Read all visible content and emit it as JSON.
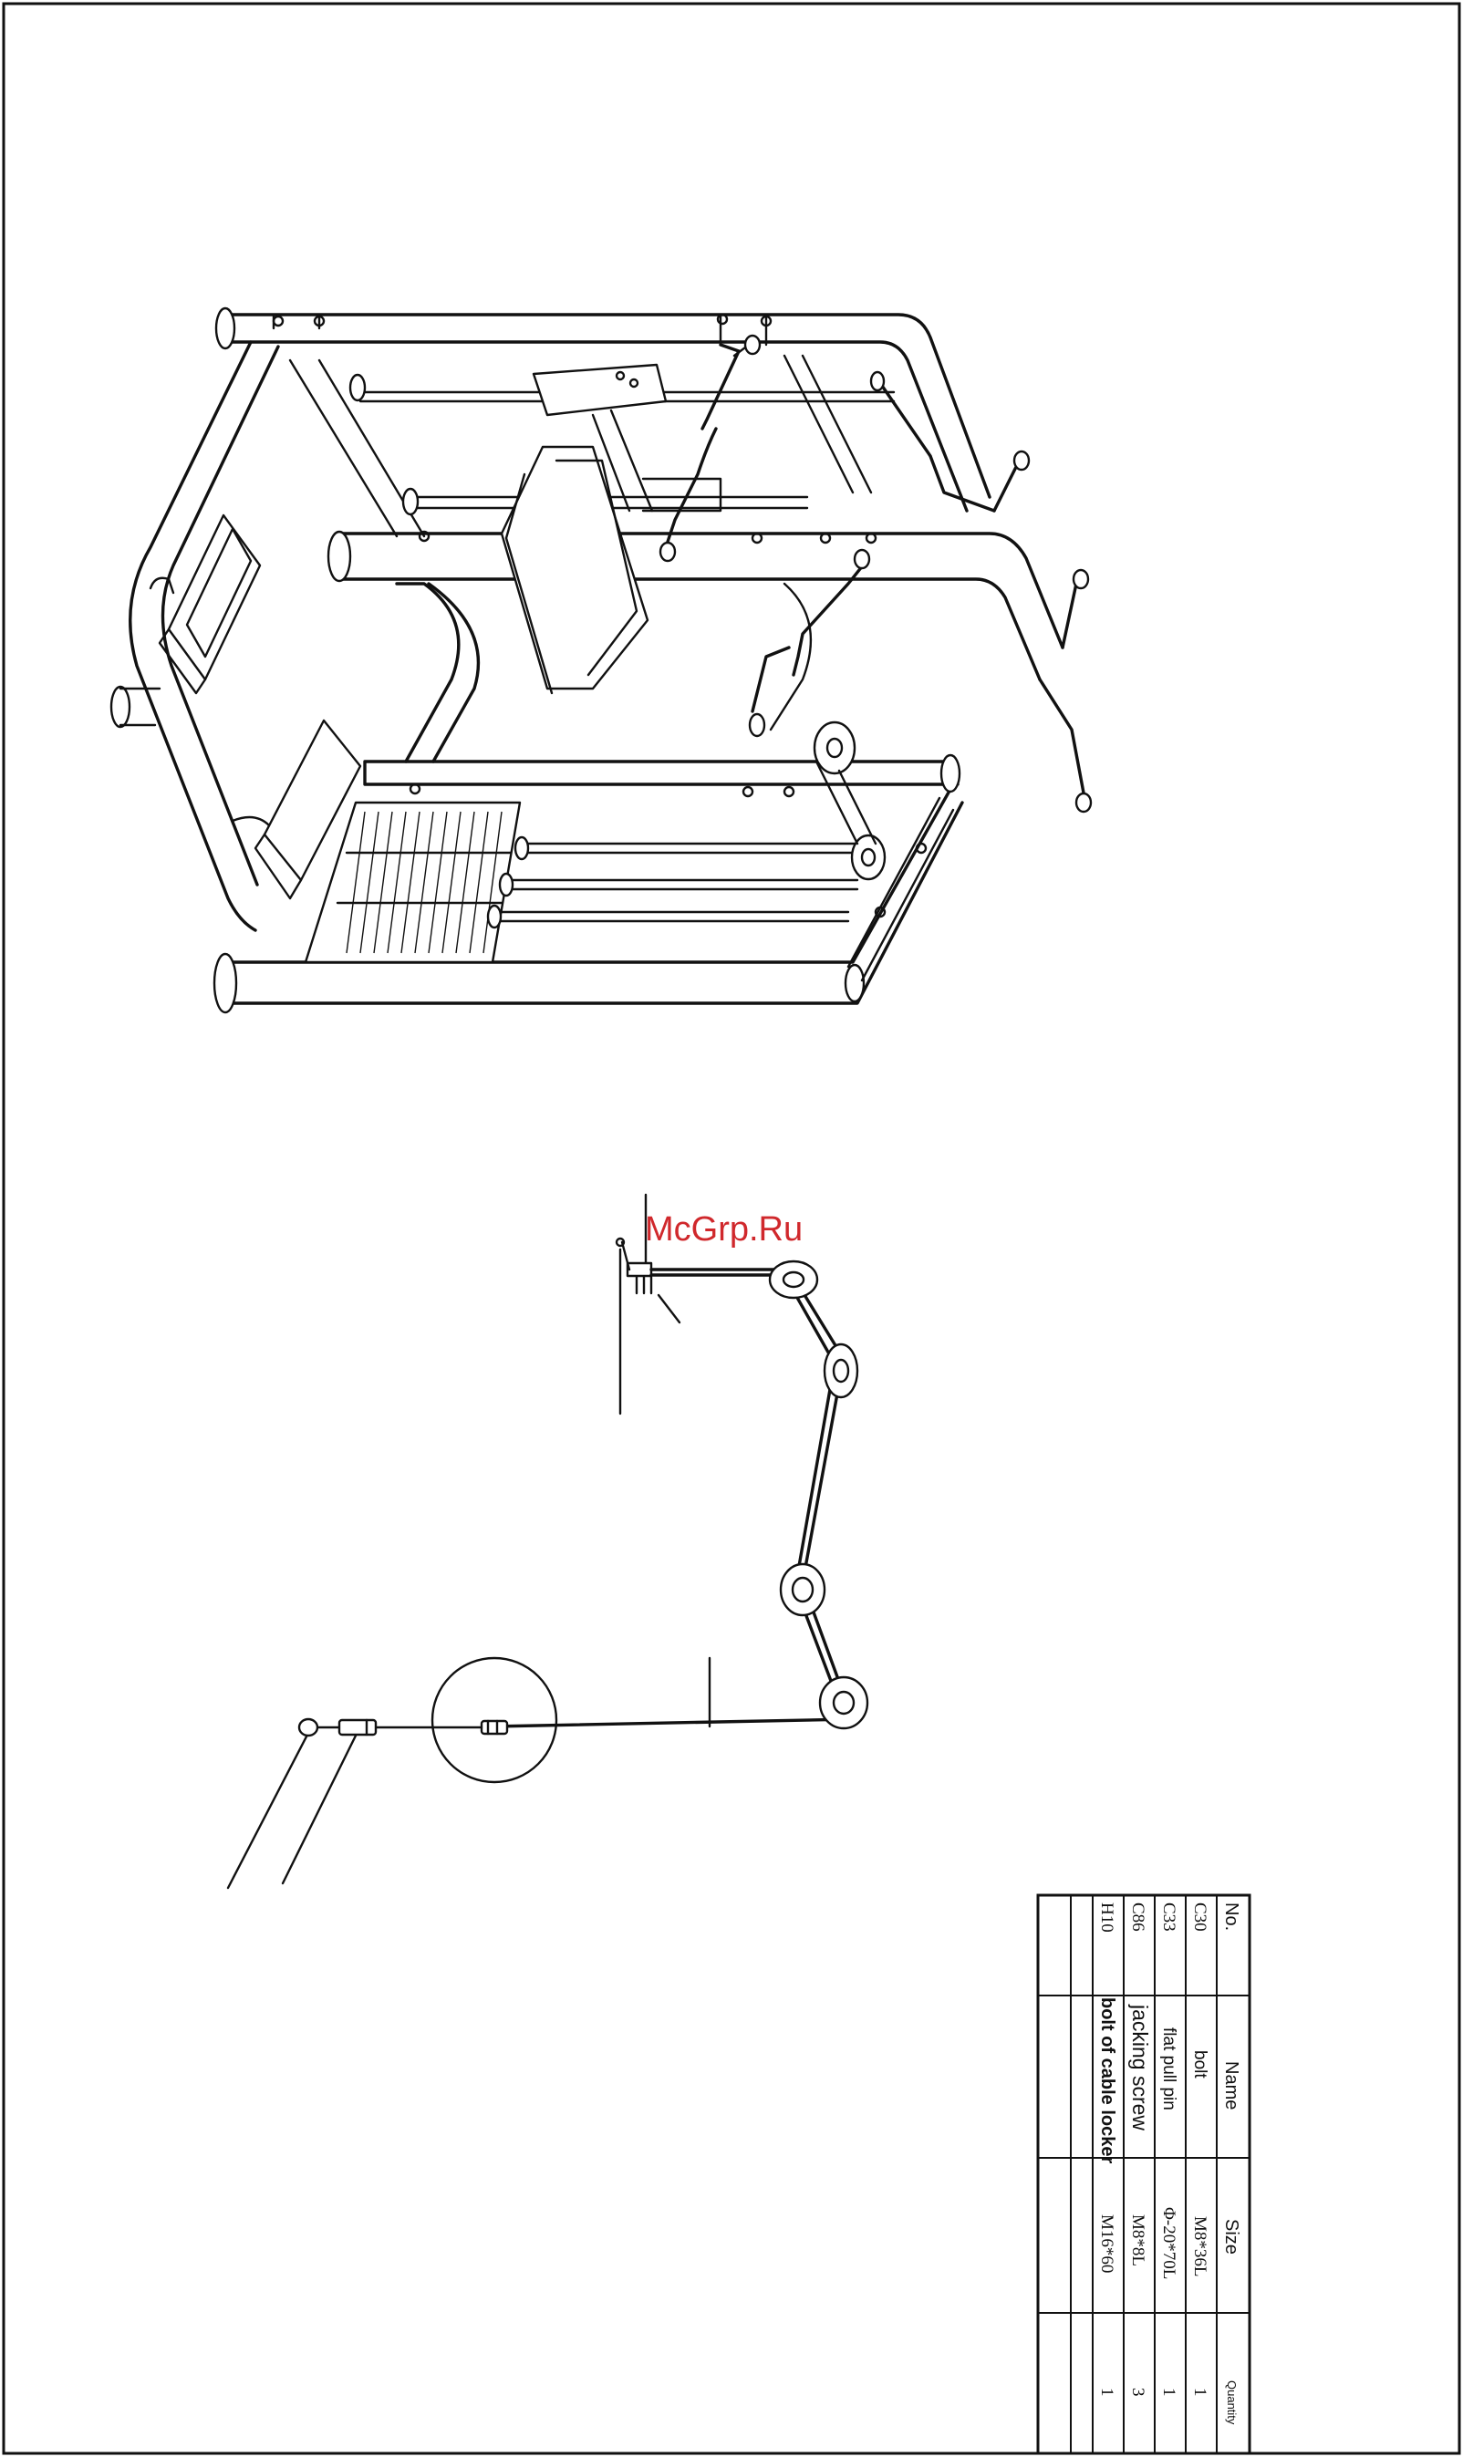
{
  "watermark": "McGrp.Ru",
  "parts_table": {
    "headers": {
      "no": "No.",
      "name": "Name",
      "size": "Size",
      "quantity": "Quantity"
    },
    "rows": [
      {
        "no": "C30",
        "name": "bolt",
        "size": "M8*36L",
        "quantity": "1"
      },
      {
        "no": "C33",
        "name": "flat pull pin",
        "size": "Φ-20*70L",
        "quantity": "1"
      },
      {
        "no": "C86",
        "name": "jacking screw",
        "size": "M8*8L",
        "quantity": "3"
      },
      {
        "no": "H10",
        "name": "bolt of cable locker",
        "size": "M16*60",
        "quantity": "1"
      }
    ]
  }
}
